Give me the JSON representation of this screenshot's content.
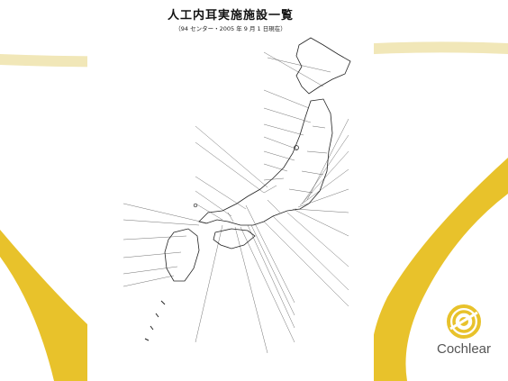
{
  "document": {
    "title": "人工内耳実施施設一覧",
    "subtitle": "（94 センター・2005 年 9 月 1 日現在）"
  },
  "brand": {
    "name": "Cochlear",
    "accent_color": "#E8C22B",
    "text_color": "#555555"
  }
}
